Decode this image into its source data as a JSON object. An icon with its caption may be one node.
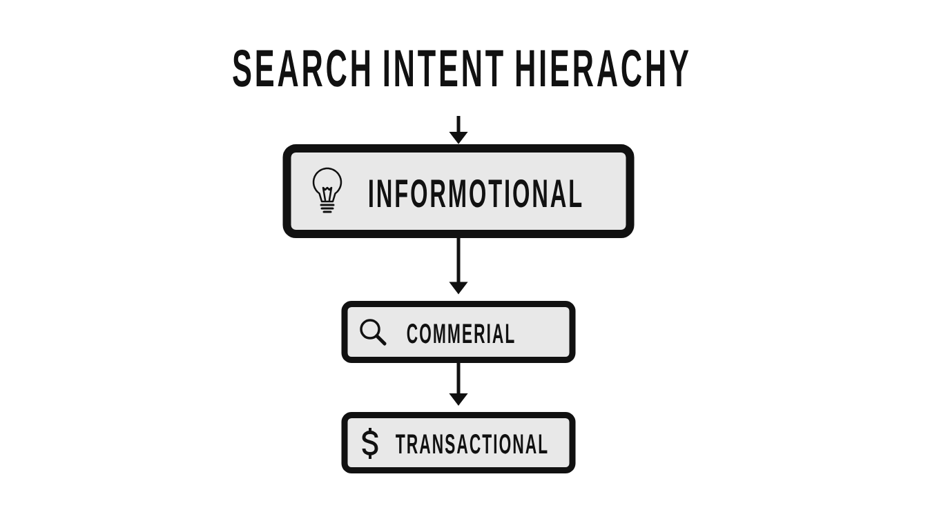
{
  "diagram": {
    "title": "SEARCH INTENT HIERACHY",
    "nodes": [
      {
        "text": [
          "INFORMOTIONAL"
        ]
      },
      {
        "text": [
          "COMMERIAL"
        ]
      },
      {
        "text": [
          "TRANSACTIONAL"
        ]
      }
    ],
    "edges": [
      {
        "from": null,
        "to": 0,
        "arrow": "to"
      },
      {
        "from": 0,
        "to": 1,
        "arrow": "to"
      },
      {
        "from": 1,
        "to": 2,
        "arrow": "to"
      }
    ]
  }
}
